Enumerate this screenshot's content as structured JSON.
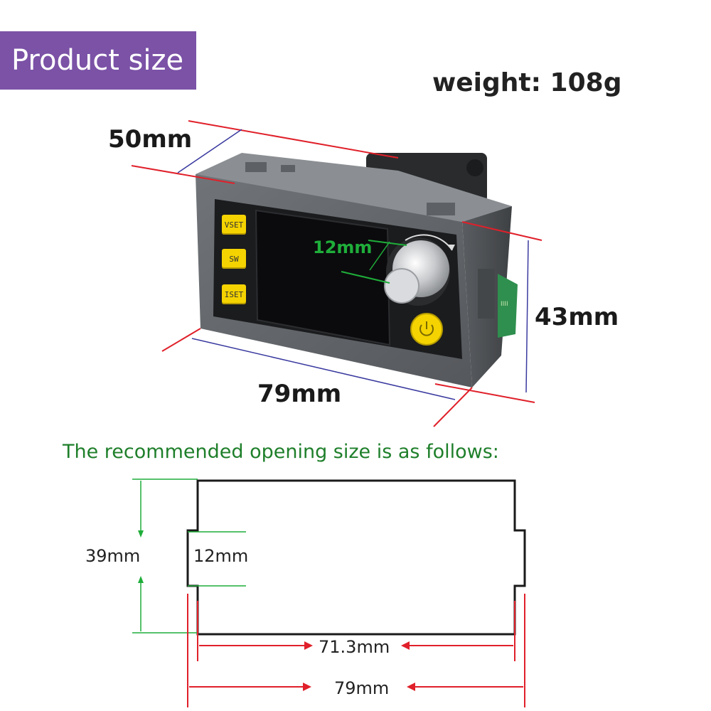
{
  "banner": {
    "title": "Product size"
  },
  "weight": {
    "text": "weight: 108g"
  },
  "dimensions": {
    "depth": "50mm",
    "height": "43mm",
    "width": "79mm",
    "knob": "12mm"
  },
  "device": {
    "keys": [
      "VSET",
      "SW",
      "ISET"
    ]
  },
  "opening": {
    "title": "The recommended opening size is as follows:",
    "height": "39mm",
    "notch": "12mm",
    "inner_width": "71.3mm",
    "outer_width": "79mm"
  },
  "colors": {
    "banner": "#7b52a6",
    "dimension_line_red": "#e0202a",
    "dimension_line_blue": "#3a3aa0",
    "guide_green": "#1fae3a",
    "title_green": "#1e7f2a",
    "key_yellow": "#f4d300"
  },
  "icons": [
    "power-icon",
    "rotate-arrow-icon"
  ]
}
